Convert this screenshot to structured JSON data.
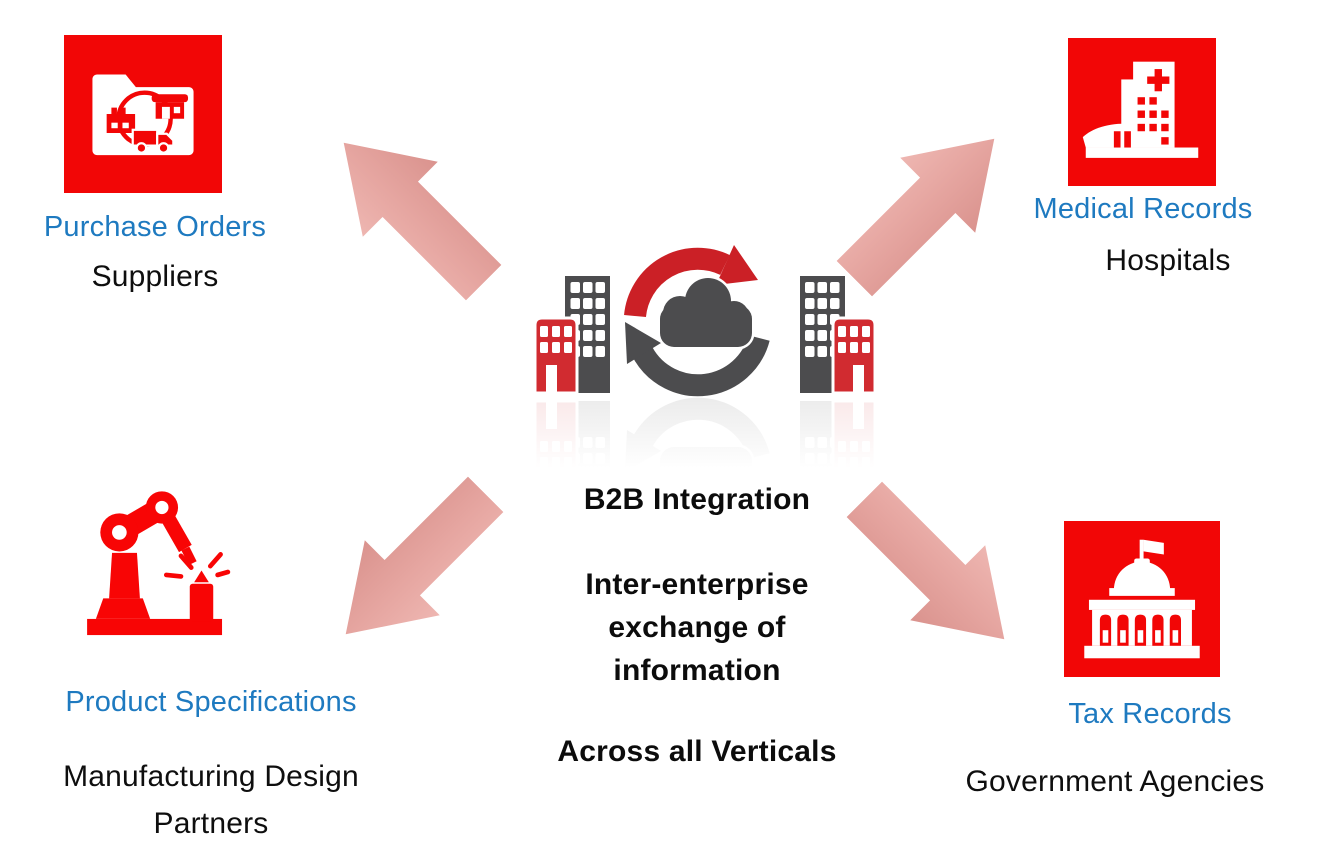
{
  "center": {
    "title": "B2B Integration",
    "subtitle": "Inter-enterprise\nexchange of\ninformation",
    "footer": "Across all Verticals",
    "icon": "cloud-sync-between-buildings"
  },
  "nodes": {
    "top_left": {
      "label": "Purchase Orders",
      "sublabel": "Suppliers",
      "icon": "purchase-folder-icon"
    },
    "top_right": {
      "label": "Medical Records",
      "sublabel": "Hospitals",
      "icon": "hospital-icon"
    },
    "bottom_left": {
      "label": "Product Specifications",
      "sublabel": "Manufacturing Design\nPartners",
      "icon": "robot-arm-icon"
    },
    "bottom_right": {
      "label": "Tax Records",
      "sublabel": "Government Agencies",
      "icon": "capitol-icon"
    }
  },
  "arrows": {
    "count": 4,
    "directions": [
      "up-left",
      "up-right",
      "down-left",
      "down-right"
    ]
  },
  "colors": {
    "icon_red": "#f20606",
    "label_blue": "#1e7ac0",
    "text_black": "#0e0e0e",
    "arrow_light": "#eeb6b1",
    "arrow_dark": "#da938e",
    "building_gray": "#4c4c4e",
    "building_red": "#d12b30",
    "sync_red": "#cb2026",
    "background": "#ffffff"
  }
}
